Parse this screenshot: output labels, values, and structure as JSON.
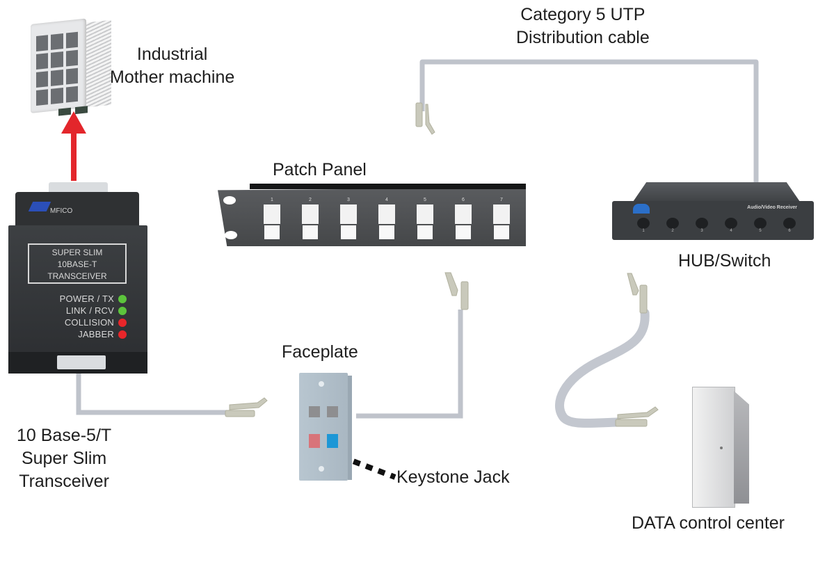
{
  "labels": {
    "industrial": [
      "Industrial",
      "Mother machine"
    ],
    "cable": [
      "Category 5 UTP",
      "Distribution cable"
    ],
    "patch_panel": "Patch Panel",
    "hub": "HUB/Switch",
    "faceplate": "Faceplate",
    "keystone": "Keystone Jack",
    "transceiver": [
      "10 Base-5/T",
      "Super Slim",
      "Transceiver"
    ],
    "data_center": "DATA control center"
  },
  "transceiver_device": {
    "brand": "MFICO",
    "panel_lines": [
      "SUPER SLIM",
      "10BASE-T",
      "TRANSCEIVER"
    ],
    "leds": [
      {
        "label": "POWER / TX",
        "color": "#5cc43c"
      },
      {
        "label": "LINK / RCV",
        "color": "#5cc43c"
      },
      {
        "label": "COLLISION",
        "color": "#e8262a"
      },
      {
        "label": "JABBER",
        "color": "#e8262a"
      }
    ]
  },
  "patch_panel_device": {
    "ports": [
      "1",
      "2",
      "3",
      "4",
      "5",
      "6",
      "7"
    ]
  },
  "hub_device": {
    "caption": "Audio/Video Receiver",
    "ports": [
      "1",
      "2",
      "3",
      "4",
      "5",
      "6"
    ]
  },
  "colors": {
    "cable": "#bfc3cb",
    "arrow": "#e3262b",
    "device_dark": "#3c3f42",
    "keystone_red": "#d8747a",
    "keystone_blue": "#1d97d6"
  }
}
